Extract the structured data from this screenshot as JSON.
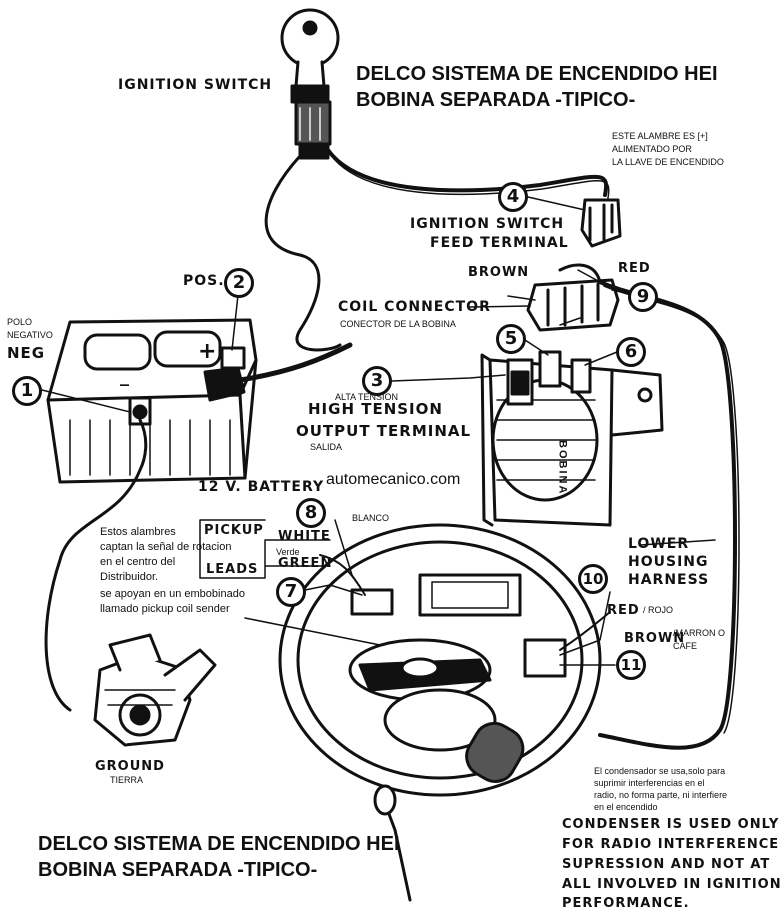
{
  "titles": {
    "top_line1": "DELCO SISTEMA DE ENCENDIDO HEI",
    "top_line2": "BOBINA SEPARADA -TIPICO-",
    "bottom_line1": "DELCO SISTEMA DE ENCENDIDO HEI",
    "bottom_line2": "BOBINA SEPARADA -TIPICO-"
  },
  "labels": {
    "ignition_switch": "IGNITION SWITCH",
    "feed_note_line1": "ESTE ALAMBRE ES  [+]",
    "feed_note_line2": "ALIMENTADO POR",
    "feed_note_line3": "LA LLAVE DE ENCENDIDO",
    "feed_terminal_line1": "IGNITION SWITCH",
    "feed_terminal_line2": "FEED TERMINAL",
    "brown": "BROWN",
    "red": "RED",
    "pos": "POS.",
    "polo_negativo_line1": "POLO",
    "polo_negativo_line2": "NEGATIVO",
    "neg": "NEG",
    "plus": "+",
    "minus": "_",
    "coil_connector": "COIL CONNECTOR",
    "conector_bobina": "CONECTOR DE LA BOBINA",
    "alta_tension": "ALTA TENSION",
    "high_tension": "HIGH TENSION",
    "output_terminal": "OUTPUT TERMINAL",
    "salida": "SALIDA",
    "bobina": "BOBINA",
    "battery": "12 V. BATTERY",
    "website": "automecanico.com",
    "blanco": "BLANCO",
    "pickup": "PICKUP",
    "white": "WHITE",
    "verde": "Verde",
    "green": "GREEN",
    "leads": "LEADS",
    "estos_line1": "Estos alambres",
    "estos_line2": "captan la señal de rotacion",
    "estos_line3": "en el centro del",
    "estos_line4": "Distribuidor.",
    "estos_line5": "se apoyan en un embobinado",
    "estos_line6": "llamado pickup coil sender",
    "lower_housing_line1": "LOWER",
    "lower_housing_line2": "HOUSING",
    "lower_housing_line3": "HARNESS",
    "red_rojo": "RED",
    "red_rojo_es": "/ ROJO",
    "brown2": "BROWN",
    "marron_line1": "/MARRON O",
    "marron_line2": "CAFE",
    "ground": "GROUND",
    "tierra": "TIERRA",
    "condensador_line1": "El condensador se usa,solo para",
    "condensador_line2": "suprimir interferencias en el",
    "condensador_line3": "radio, no forma parte, ni interfiere",
    "condensador_line4": "en el encendido",
    "condenser_line1": "CONDENSER IS USED ONLY",
    "condenser_line2": "FOR RADIO INTERFERENCE",
    "condenser_line3": "SUPRESSION AND NOT AT",
    "condenser_line4": "ALL INVOLVED IN IGNITION",
    "condenser_line5": "PERFORMANCE."
  },
  "callouts": [
    "1",
    "2",
    "3",
    "4",
    "5",
    "6",
    "7",
    "8",
    "9",
    "10",
    "11"
  ]
}
